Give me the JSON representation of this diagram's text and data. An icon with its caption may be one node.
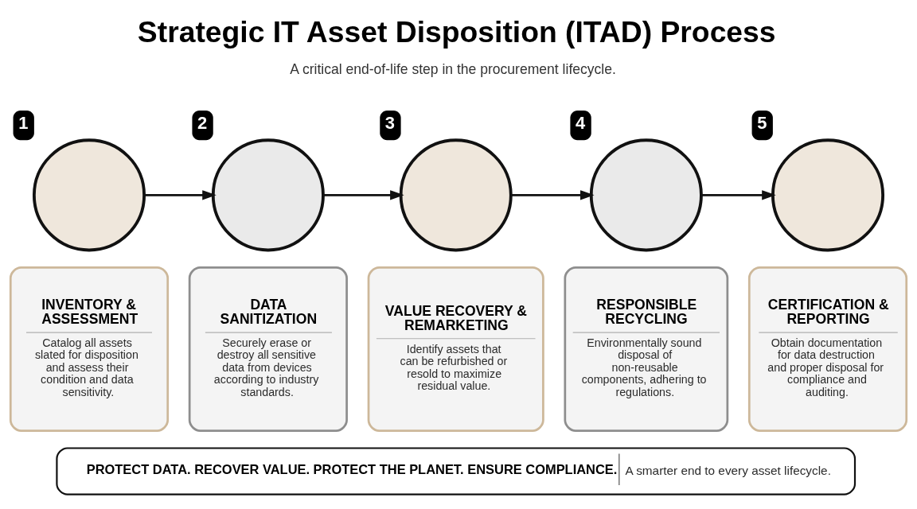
{
  "diagram": {
    "title": "Strategic IT Asset Disposition (ITAD) Process",
    "nodes": [
      {
        "text": [],
        "shape": "circle",
        "beside": [
          "1"
        ]
      },
      {
        "text": [
          "INVENTORY & ASSESSMENT",
          "Catalog all assets slated for disposition and assess their condition and data sensitivity."
        ]
      },
      {
        "text": [],
        "shape": "circle",
        "beside": [
          "2"
        ]
      },
      {
        "text": [
          "DATA SANITIZATION",
          "Securely erase or destroy all sensitive data from devices according to industry standards."
        ]
      },
      {
        "text": [],
        "shape": "circle",
        "beside": [
          "3"
        ]
      },
      {
        "text": [
          "VALUE RECOVERY & REMARKETING",
          "Identify assets that can be refurbished or resold to maximize residual value."
        ]
      },
      {
        "text": [],
        "shape": "circle",
        "beside": [
          "4"
        ]
      },
      {
        "text": [
          "RESPONSIBLE RECYCLING",
          "Environmentally sound disposal of non-reusable components, adhering to regulations."
        ]
      },
      {
        "text": [],
        "shape": "circle",
        "beside": [
          "5"
        ]
      },
      {
        "text": [
          "CERTIFICATION & REPORTING",
          "Obtain documentation for data destruction and proper disposal for compliance and auditing."
        ]
      },
      {
        "text": [
          "PROTECT DATA. RECOVER VALUE. PROTECT THE PLANET. ENSURE COMPLIANCE.",
          "A smarter end to every asset lifecycle."
        ]
      }
    ],
    "edges": [
      {
        "from": 0,
        "to": 2,
        "arrow": "to"
      },
      {
        "from": 2,
        "to": 4,
        "arrow": "to"
      },
      {
        "from": 4,
        "to": 6,
        "arrow": "to"
      },
      {
        "from": 6,
        "to": 8,
        "arrow": "to"
      }
    ],
    "labels": [
      "A critical end-of-life step in the procurement lifecycle."
    ]
  }
}
